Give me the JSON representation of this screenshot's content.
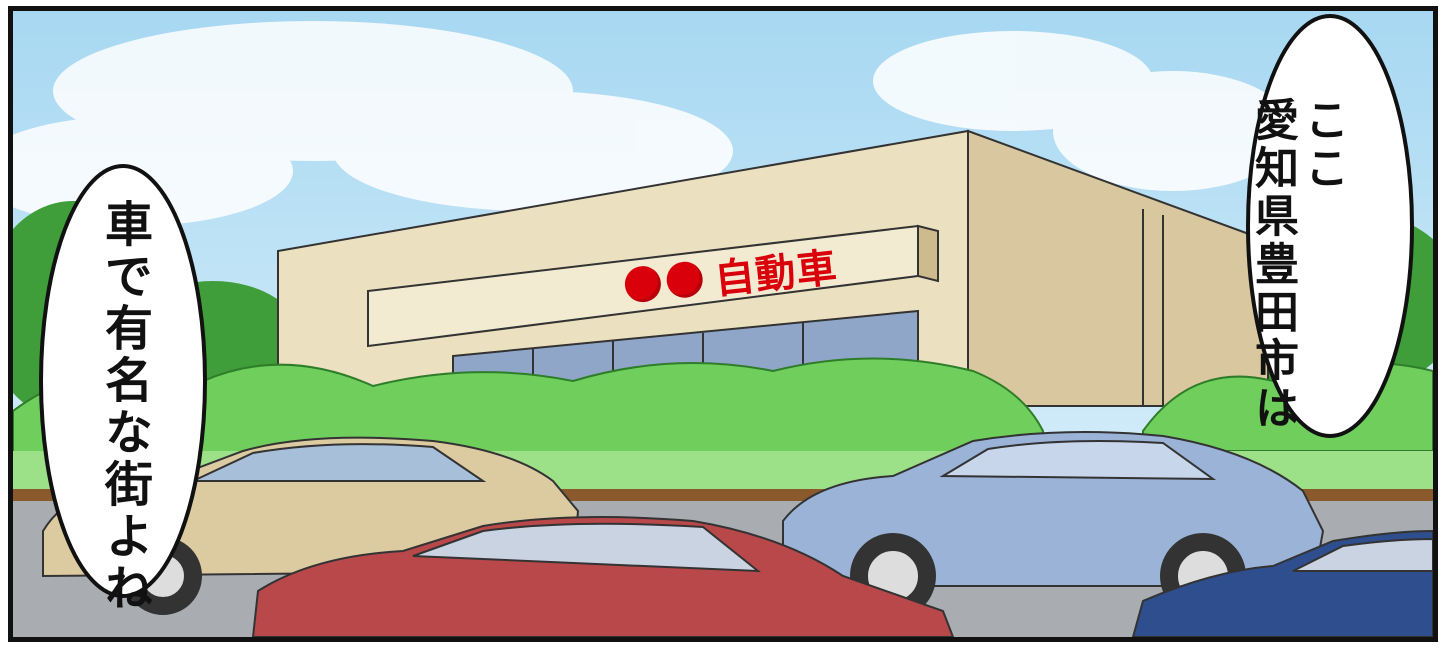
{
  "scene": {
    "sign_text": "自動車",
    "sign_dots": [
      "●",
      "●"
    ],
    "colors": {
      "sky": "#bfe3f6",
      "building_front": "#ebe0bf",
      "building_side": "#d9c89f",
      "shrub": "#6fce5c",
      "trees": "#3f9d3a",
      "sign_red": "#d9000c",
      "car_beige": "#dccaa0",
      "car_red": "#b8484a",
      "car_silver_blue": "#9cb3d8",
      "car_blue": "#2e4e8e"
    }
  },
  "speech": {
    "left": "車で有名な街よね",
    "right_lines": [
      "ここ",
      "愛知県豊田市は"
    ]
  }
}
